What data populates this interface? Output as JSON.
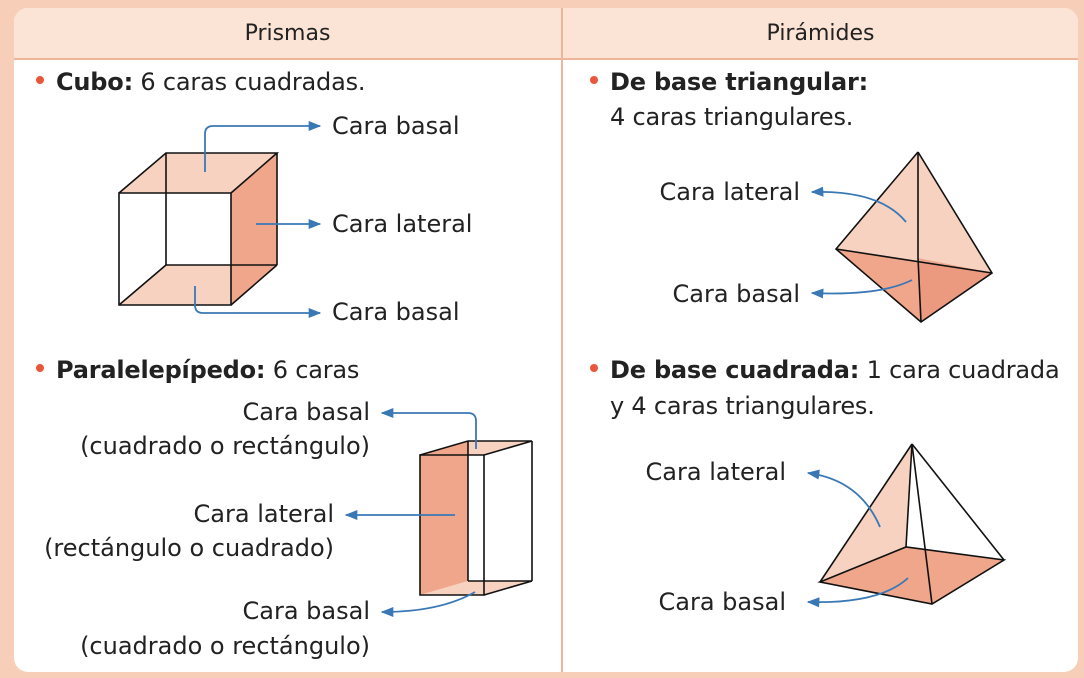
{
  "headers": {
    "left": "Prismas",
    "right": "Pirámides"
  },
  "cube": {
    "title": "Cubo:",
    "desc": "6 caras cuadradas.",
    "label_top": "Cara basal",
    "label_lateral": "Cara lateral",
    "label_bottom": "Cara basal"
  },
  "paralelepipedo": {
    "title": "Paralelepípedo:",
    "desc": "6 caras",
    "label_top_1": "Cara basal",
    "label_top_2": "(cuadrado o rectángulo)",
    "label_lateral_1": "Cara lateral",
    "label_lateral_2": "(rectángulo o cuadrado)",
    "label_bottom_1": "Cara basal",
    "label_bottom_2": "(cuadrado o rectángulo)"
  },
  "tri_pyramid": {
    "title": "De base triangular:",
    "desc": "4 caras triangulares.",
    "label_lateral": "Cara lateral",
    "label_basal": "Cara basal"
  },
  "sq_pyramid": {
    "title": "De base cuadrada:",
    "desc_1": "1 cara cuadrada",
    "desc_2": "y 4 caras triangulares.",
    "label_lateral": "Cara lateral",
    "label_basal": "Cara basal"
  },
  "colors": {
    "face_light": "#f7d2c0",
    "face_dark": "#f0a68b",
    "arrow": "#3a78b5",
    "bullet": "#e8573a"
  }
}
